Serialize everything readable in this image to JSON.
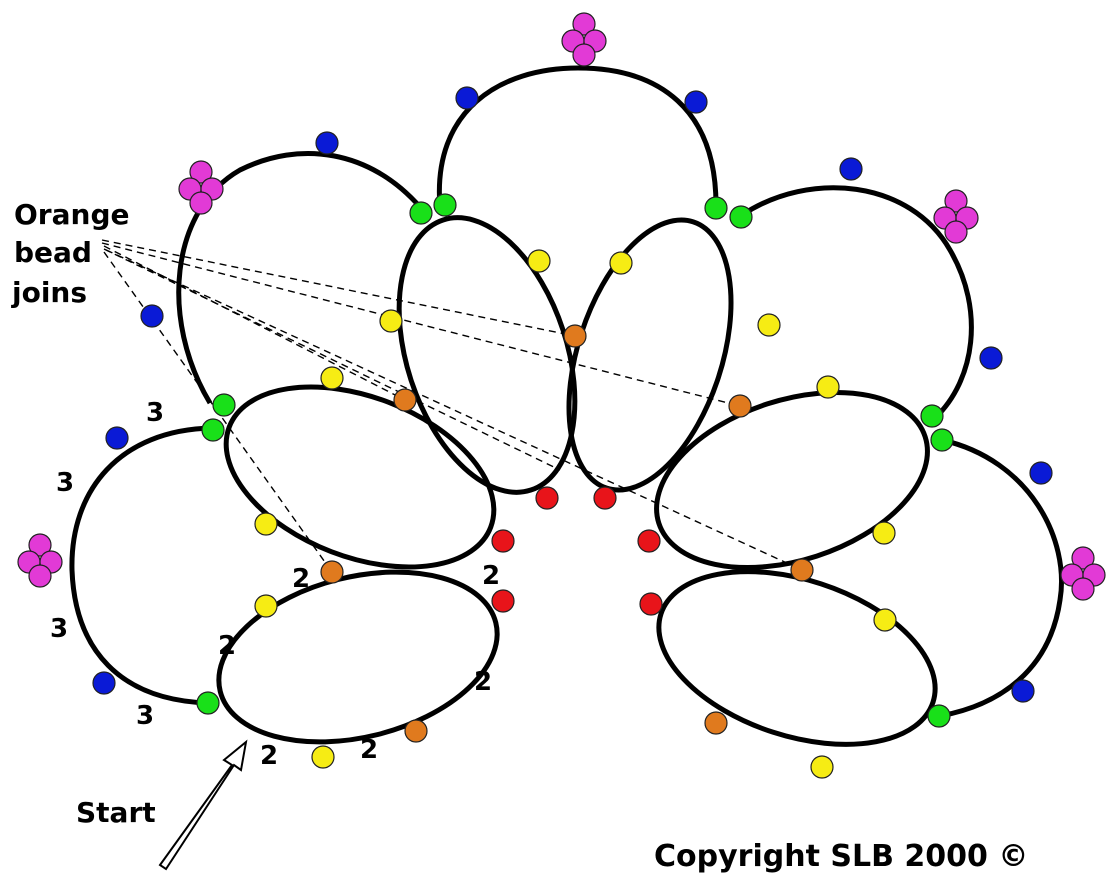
{
  "labels": {
    "orange_line1": "Orange",
    "orange_line2": "bead",
    "orange_line3": "joins",
    "start": "Start",
    "copyright": "Copyright SLB 2000 ©"
  },
  "counts": {
    "c3": "3",
    "c2": "2"
  },
  "bead_colors": {
    "green": "#19e019",
    "blue": "#0a1ad6",
    "magenta": "#e23ad6",
    "yellow": "#f6ec14",
    "orange": "#e07a1e",
    "red": "#e8141a"
  },
  "legend": {
    "orange_bead_joins_label": "Orange bead joins"
  }
}
